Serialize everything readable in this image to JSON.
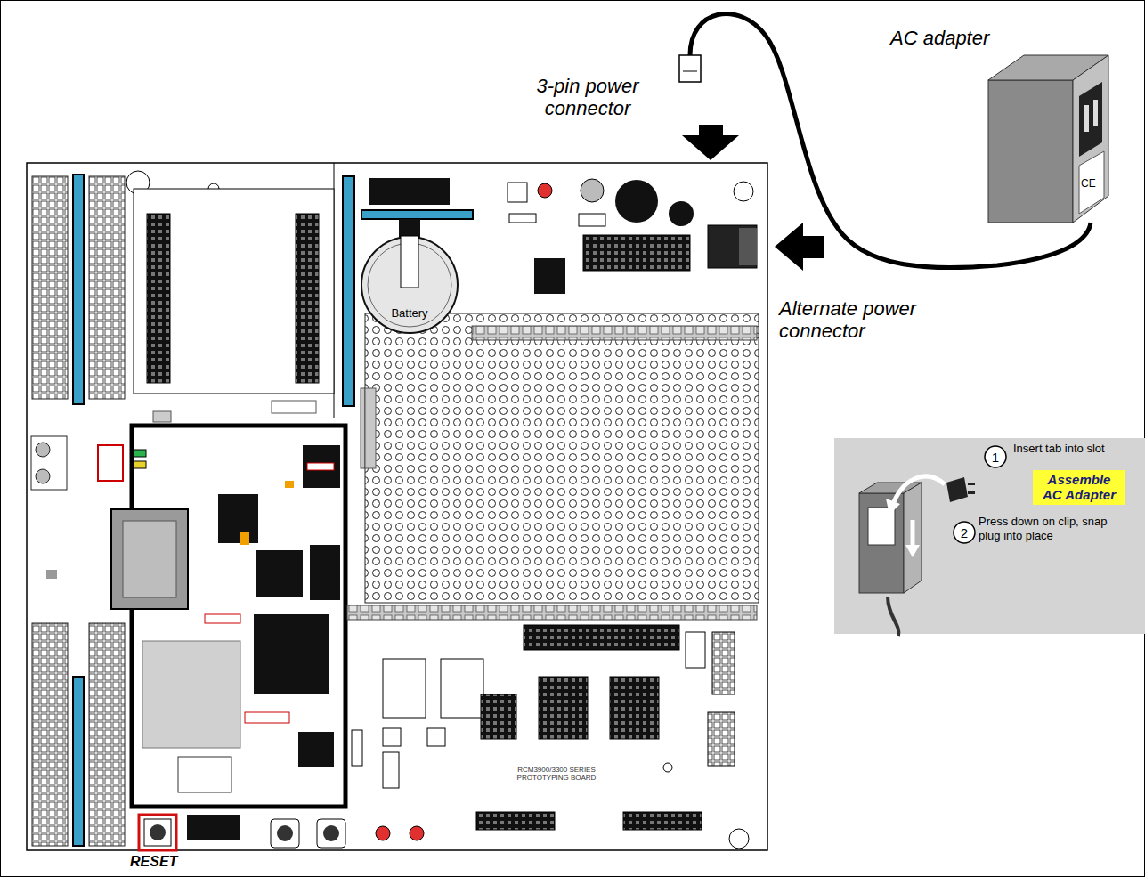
{
  "diagram": {
    "nodes": [
      {
        "text": [
          "Battery"
        ]
      },
      {
        "text": [
          "Insert tab into slot",
          "Press down on clip, snap plug into place"
        ]
      },
      {
        "text": [
          "1"
        ],
        "in": 1
      },
      {
        "text": [
          "Assemble AC Adapter"
        ],
        "in": 1
      },
      {
        "text": [
          "2"
        ],
        "in": 1
      }
    ],
    "labels": [
      "AC adapter",
      "3-pin power connector",
      "Alternate power connector",
      "RESET",
      "RCM3900/3300 SERIES PROTOTYPING BOARD",
      "CE"
    ]
  }
}
